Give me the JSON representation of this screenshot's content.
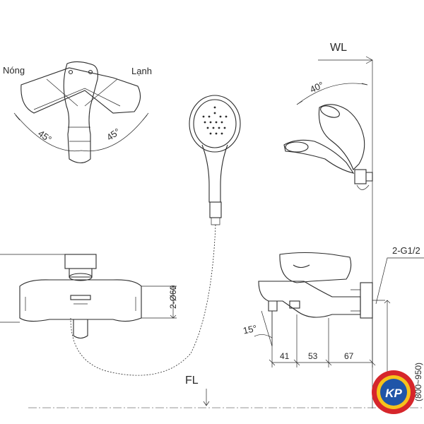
{
  "labels": {
    "hot": "Nóng",
    "cold": "Lạnh",
    "angle_left": "45°",
    "angle_right": "45°",
    "wall_level": "WL",
    "floor_level": "FL",
    "tilt_angle": "40°",
    "spout_angle": "15°",
    "inlet_diameter": "2-Ø60",
    "connection_thread": "2-G1/2",
    "height_range": "(800~950)"
  },
  "dimensions": {
    "d1": "41",
    "d2": "53",
    "d3": "67"
  },
  "colors": {
    "line": "#2a2a2a",
    "logo_red": "#d6262b",
    "logo_yellow": "#f6c21b",
    "logo_blue": "#1f55a8"
  },
  "logo": {
    "text": "KP"
  }
}
